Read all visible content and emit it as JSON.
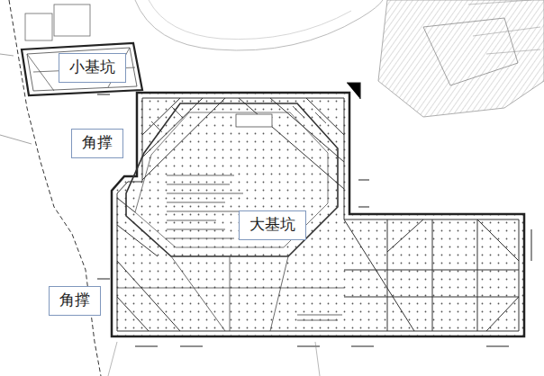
{
  "diagram": {
    "nodes": [
      {
        "text": [
          "小基坑"
        ]
      },
      {
        "text": [
          "角撑"
        ]
      },
      {
        "text": [
          "大基坑"
        ]
      },
      {
        "text": [
          "角撑"
        ]
      }
    ]
  }
}
